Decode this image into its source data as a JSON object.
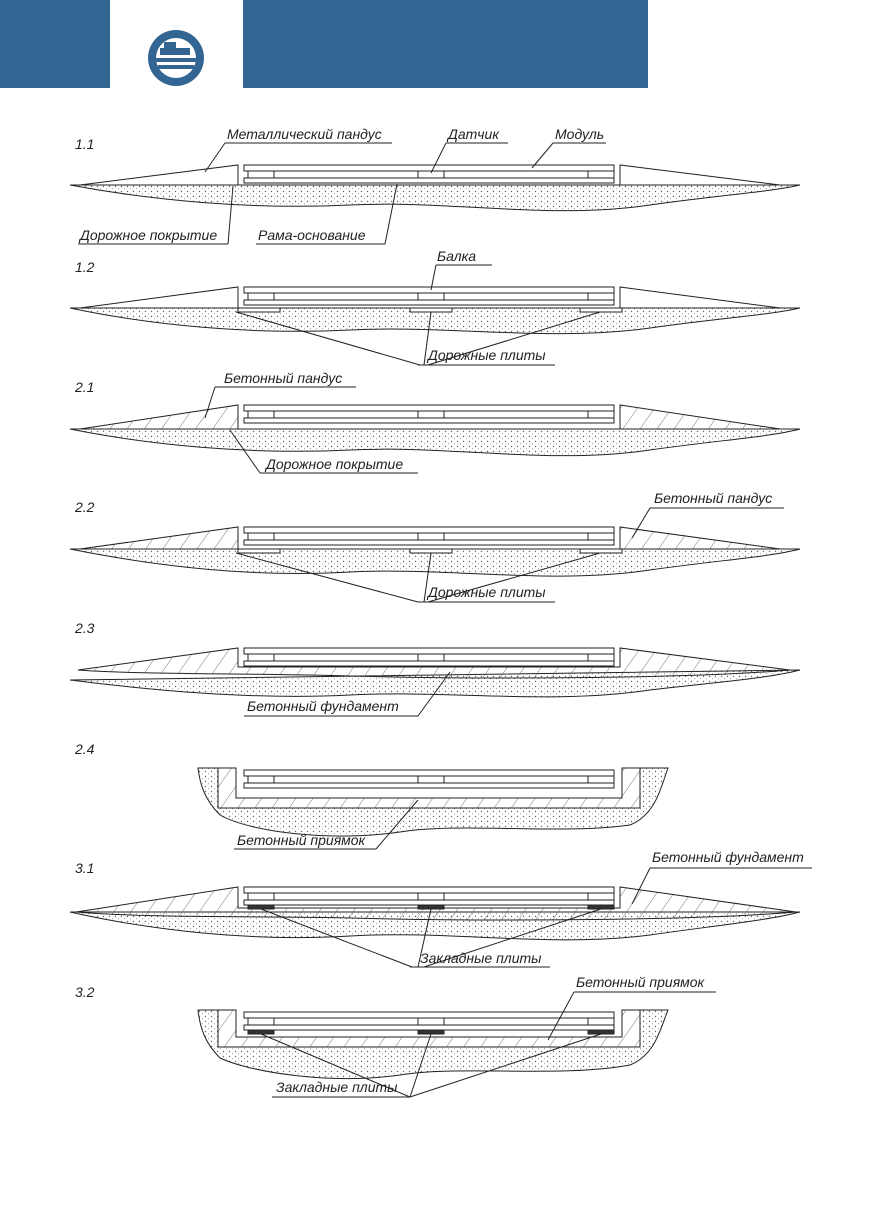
{
  "header": {
    "accent_color": "#336592",
    "logo_icon": "scale-truck-logo-icon"
  },
  "sections": [
    {
      "num": "1.1",
      "labels": [
        "Металлический пандус",
        "Датчик",
        "Модуль",
        "Дорожное покрытие",
        "Рама-основание"
      ]
    },
    {
      "num": "1.2",
      "labels": [
        "Балка",
        "Дорожные плиты"
      ]
    },
    {
      "num": "2.1",
      "labels": [
        "Бетонный пандус",
        "Дорожное покрытие"
      ]
    },
    {
      "num": "2.2",
      "labels": [
        "Бетонный пандус",
        "Дорожные плиты"
      ]
    },
    {
      "num": "2.3",
      "labels": [
        "Бетонный фундамент"
      ]
    },
    {
      "num": "2.4",
      "labels": [
        "Бетонный приямок"
      ]
    },
    {
      "num": "3.1",
      "labels": [
        "Бетонный фундамент",
        "Закладные плиты"
      ]
    },
    {
      "num": "3.2",
      "labels": [
        "Бетонный приямок",
        "Закладные плиты"
      ]
    }
  ]
}
